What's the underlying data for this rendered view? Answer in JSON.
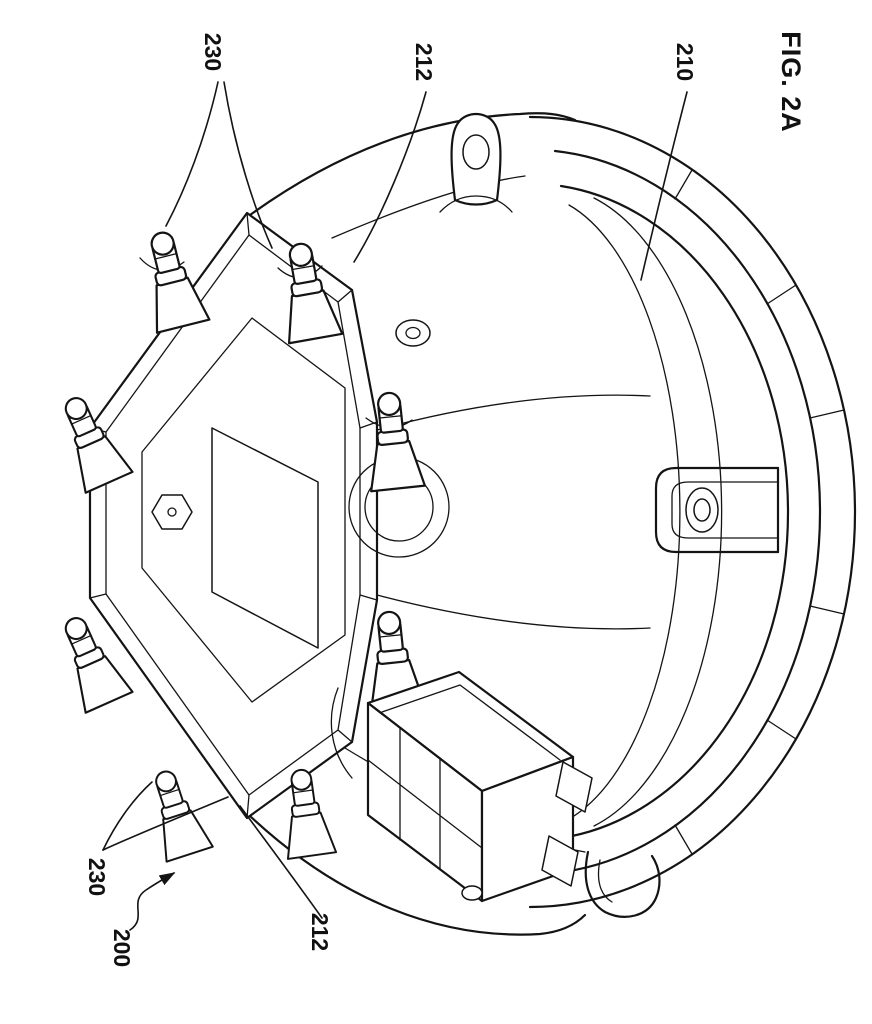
{
  "figure": {
    "caption": "FIG. 2A",
    "labels": {
      "t230_top": "230",
      "t212_top": "212",
      "t210": "210",
      "t230_bottom": "230",
      "t212_bottom": "212",
      "t200": "200"
    }
  }
}
